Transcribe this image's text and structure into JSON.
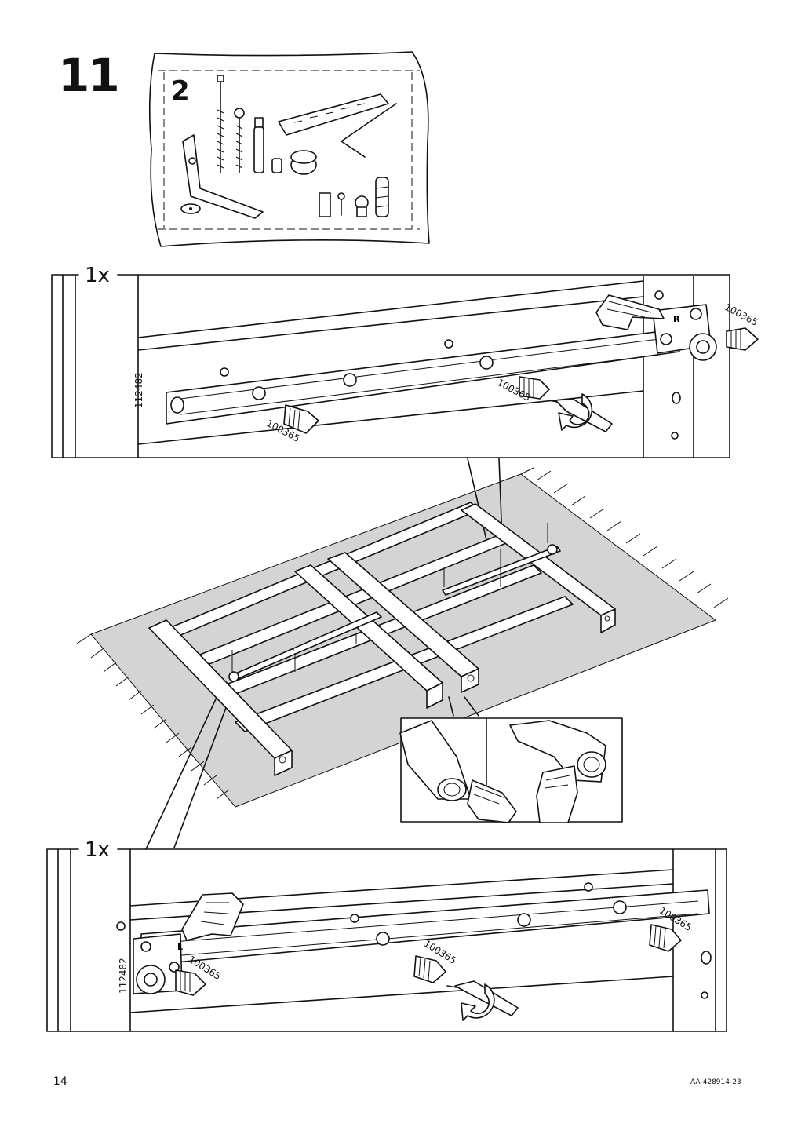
{
  "page": {
    "step_number": "11",
    "page_number": "14",
    "document_id": "AA-428914-23"
  },
  "parts_bag": {
    "quantity": "2",
    "icon": "hardware-bag"
  },
  "detail_top": {
    "multiplier": "1x",
    "rail_code": "112482",
    "screw_code": "100365",
    "screw_labels": [
      "100365",
      "100365",
      "100365"
    ],
    "side_marker": "R"
  },
  "detail_bottom": {
    "multiplier": "1x",
    "rail_code": "112482",
    "screw_code": "100365",
    "screw_labels": [
      "100365",
      "100365",
      "100365"
    ],
    "side_marker": "L"
  },
  "icons": [
    "hand-pointing-icon",
    "screwdriver-icon",
    "rotate-clockwise-icon",
    "rug-icon",
    "check-hand-icon"
  ]
}
